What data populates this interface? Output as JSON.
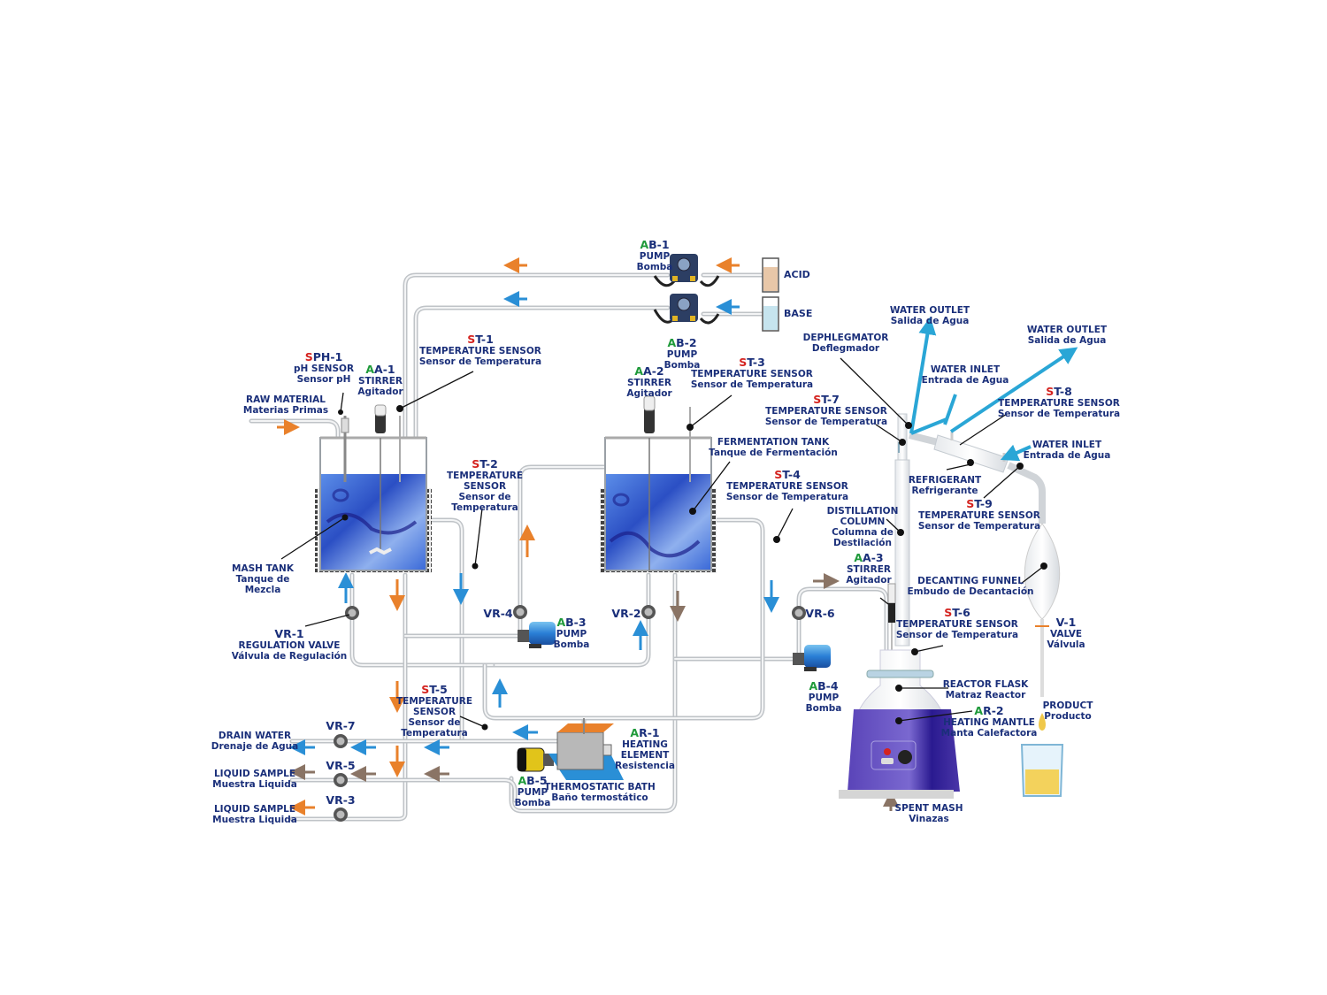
{
  "title": "Distillation / Fermentation Process Diagram",
  "colors": {
    "text": "#1a2f7a",
    "prefix_sensor": "#d4231f",
    "prefix_actuator": "#1f9a3a",
    "flow_orange": "#e9812b",
    "flow_blue": "#2a8fd6",
    "flow_brown": "#8a7465",
    "water_line": "#2aa6d6",
    "liquid": "#3a63d8",
    "mantle": "#5a3fb0"
  },
  "labels": {
    "ab1": {
      "prefix": "A",
      "code": "B-1",
      "en": "PUMP",
      "es": "Bomba"
    },
    "ab2": {
      "prefix": "A",
      "code": "B-2",
      "en": "PUMP",
      "es": "Bomba"
    },
    "acid": {
      "text": "ACID"
    },
    "base": {
      "text": "BASE"
    },
    "st1": {
      "prefix": "S",
      "code": "T-1",
      "en": "TEMPERATURE SENSOR",
      "es": "Sensor de Temperatura"
    },
    "sph1": {
      "prefix": "S",
      "code": "PH-1",
      "en": "pH SENSOR",
      "es": "Sensor pH"
    },
    "aa1": {
      "prefix": "A",
      "code": "A-1",
      "en": "STIRRER",
      "es": "Agitador"
    },
    "raw": {
      "en": "RAW MATERIAL",
      "es": "Materias Primas"
    },
    "aa2": {
      "prefix": "A",
      "code": "A-2",
      "en": "STIRRER",
      "es": "Agitador"
    },
    "st3": {
      "prefix": "S",
      "code": "T-3",
      "en": "TEMPERATURE SENSOR",
      "es": "Sensor de Temperatura"
    },
    "dephlegmator": {
      "en": "DEPHLEGMATOR",
      "es": "Deflegmador"
    },
    "water_outlet_1": {
      "en": "WATER OUTLET",
      "es": "Salida de Agua"
    },
    "water_outlet_2": {
      "en": "WATER OUTLET",
      "es": "Salida de Agua"
    },
    "water_inlet_1": {
      "en": "WATER INLET",
      "es": "Entrada de Agua"
    },
    "water_inlet_2": {
      "en": "WATER INLET",
      "es": "Entrada de Agua"
    },
    "st7": {
      "prefix": "S",
      "code": "T-7",
      "en": "TEMPERATURE SENSOR",
      "es": "Sensor de Temperatura"
    },
    "st8": {
      "prefix": "S",
      "code": "T-8",
      "en": "TEMPERATURE SENSOR",
      "es": "Sensor de Temperatura"
    },
    "fermentation_tank": {
      "en": "FERMENTATION TANK",
      "es": "Tanque de Fermentación"
    },
    "st4": {
      "prefix": "S",
      "code": "T-4",
      "en": "TEMPERATURE SENSOR",
      "es": "Sensor de Temperatura"
    },
    "st2": {
      "prefix": "S",
      "code": "T-2",
      "en1": "TEMPERATURE",
      "en2": "SENSOR",
      "es1": "Sensor de",
      "es2": "Temperatura"
    },
    "refrigerant": {
      "en": "REFRIGERANT",
      "es": "Refrigerante"
    },
    "st9": {
      "prefix": "S",
      "code": "T-9",
      "en": "TEMPERATURE SENSOR",
      "es": "Sensor de Temperatura"
    },
    "distillation_column": {
      "en1": "DISTILLATION",
      "en2": "COLUMN",
      "es1": "Columna de",
      "es2": "Destilación"
    },
    "aa3": {
      "prefix": "A",
      "code": "A-3",
      "en": "STIRRER",
      "es": "Agitador"
    },
    "decanting_funnel": {
      "en": "DECANTING FUNNEL",
      "es": "Embudo de Decantación"
    },
    "mash_tank": {
      "en": "MASH TANK",
      "es1": "Tanque de",
      "es2": "Mezcla"
    },
    "vr1": {
      "code": "VR-1",
      "en": "REGULATION VALVE",
      "es": "Válvula de Regulación"
    },
    "vr4": {
      "code": "VR-4"
    },
    "ab3": {
      "prefix": "A",
      "code": "B-3",
      "en": "PUMP",
      "es": "Bomba"
    },
    "vr2": {
      "code": "VR-2"
    },
    "vr6": {
      "code": "VR-6"
    },
    "ab4": {
      "prefix": "A",
      "code": "B-4",
      "en": "PUMP",
      "es": "Bomba"
    },
    "st6": {
      "prefix": "S",
      "code": "T-6",
      "en": "TEMPERATURE SENSOR",
      "es": "Sensor de Temperatura"
    },
    "v1": {
      "code": "V-1",
      "en": "VALVE",
      "es": "Válvula"
    },
    "reactor_flask": {
      "en": "REACTOR FLASK",
      "es": "Matraz Reactor"
    },
    "ar2": {
      "prefix": "A",
      "code": "R-2",
      "en": "HEATING MANTLE",
      "es": "Manta Calefactora"
    },
    "product": {
      "en": "PRODUCT",
      "es": "Producto"
    },
    "spent_mash": {
      "en": "SPENT MASH",
      "es": "Vinazas"
    },
    "st5": {
      "prefix": "S",
      "code": "T-5",
      "en1": "TEMPERATURE",
      "en2": "SENSOR",
      "es1": "Sensor de",
      "es2": "Temperatura"
    },
    "vr7": {
      "code": "VR-7"
    },
    "vr5": {
      "code": "VR-5"
    },
    "vr3": {
      "code": "VR-3"
    },
    "drain_water": {
      "en": "DRAIN WATER",
      "es": "Drenaje de Agua"
    },
    "liquid_sample_1": {
      "en": "LIQUID SAMPLE",
      "es": "Muestra Liquida"
    },
    "liquid_sample_2": {
      "en": "LIQUID SAMPLE",
      "es": "Muestra Liquida"
    },
    "ar1": {
      "prefix": "A",
      "code": "R-1",
      "en1": "HEATING",
      "en2": "ELEMENT",
      "es": "Resistencia"
    },
    "ab5": {
      "prefix": "A",
      "code": "B-5",
      "en": "PUMP",
      "es": "Bomba"
    },
    "thermostatic_bath": {
      "en": "THERMOSTATIC BATH",
      "es": "Baño termostático"
    }
  }
}
